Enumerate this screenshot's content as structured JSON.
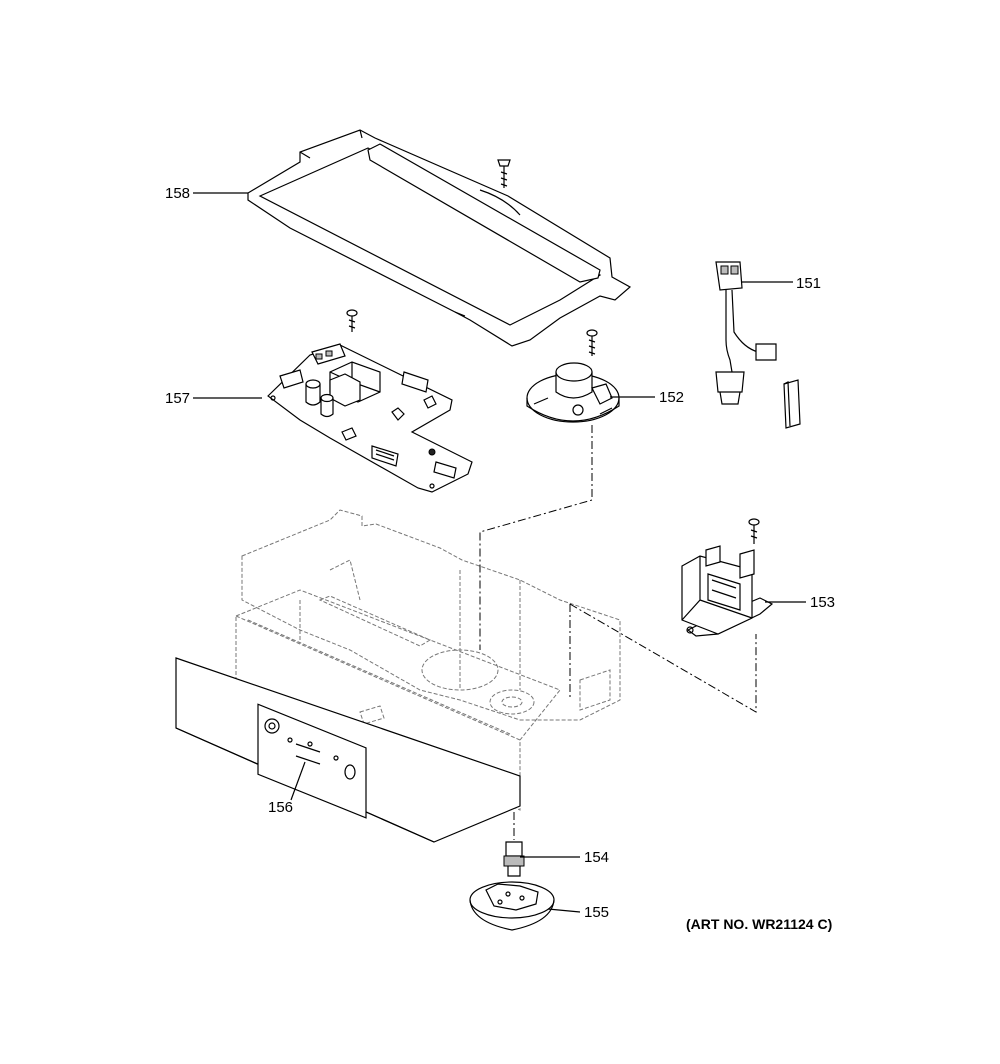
{
  "art_number": "(ART NO. WR21124 C)",
  "callouts": [
    {
      "id": "151",
      "text": "151"
    },
    {
      "id": "152",
      "text": "152"
    },
    {
      "id": "153",
      "text": "153"
    },
    {
      "id": "154",
      "text": "154"
    },
    {
      "id": "155",
      "text": "155"
    },
    {
      "id": "156",
      "text": "156"
    },
    {
      "id": "157",
      "text": "157"
    },
    {
      "id": "158",
      "text": "158"
    }
  ]
}
